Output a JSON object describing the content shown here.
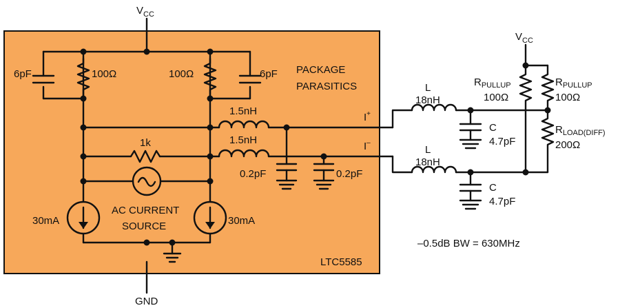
{
  "colors": {
    "package_fill": "#F7A85A",
    "wire": "#111111",
    "background": "#FFFFFF"
  },
  "supply": {
    "top_vcc_main": "V",
    "top_vcc_sub": "CC",
    "right_vcc_main": "V",
    "right_vcc_sub": "CC",
    "ground": "GND"
  },
  "package": {
    "label_line1": "PACKAGE",
    "label_line2": "PARASITICS",
    "part_number": "LTC5585",
    "cap_left": "6pF",
    "res_left": "100Ω",
    "res_right": "100Ω",
    "cap_right": "6pF",
    "inductor_top": "1.5nH",
    "inductor_bottom": "1.5nH",
    "res_mid": "1k",
    "pad_cap_left": "0.2pF",
    "pad_cap_right": "0.2pF",
    "source_line1": "AC CURRENT",
    "source_line2": "SOURCE",
    "current_left": "30mA",
    "current_right": "30mA"
  },
  "outputs": {
    "i_plus_main": "I",
    "i_plus_sup": "+",
    "i_minus_main": "I",
    "i_minus_sup": "–"
  },
  "external": {
    "inductor_top_name": "L",
    "inductor_top_value": "18nH",
    "inductor_bottom_name": "L",
    "inductor_bottom_value": "18nH",
    "cap_top_name": "C",
    "cap_top_value": "4.7pF",
    "cap_bottom_name": "C",
    "cap_bottom_value": "4.7pF",
    "pullup1_main": "R",
    "pullup1_sub": "PULLUP",
    "pullup1_value": "100Ω",
    "pullup2_main": "R",
    "pullup2_sub": "PULLUP",
    "pullup2_value": "100Ω",
    "load_main": "R",
    "load_sub": "LOAD(DIFF)",
    "load_value": "200Ω"
  },
  "bandwidth_note": "–0.5dB BW = 630MHz"
}
